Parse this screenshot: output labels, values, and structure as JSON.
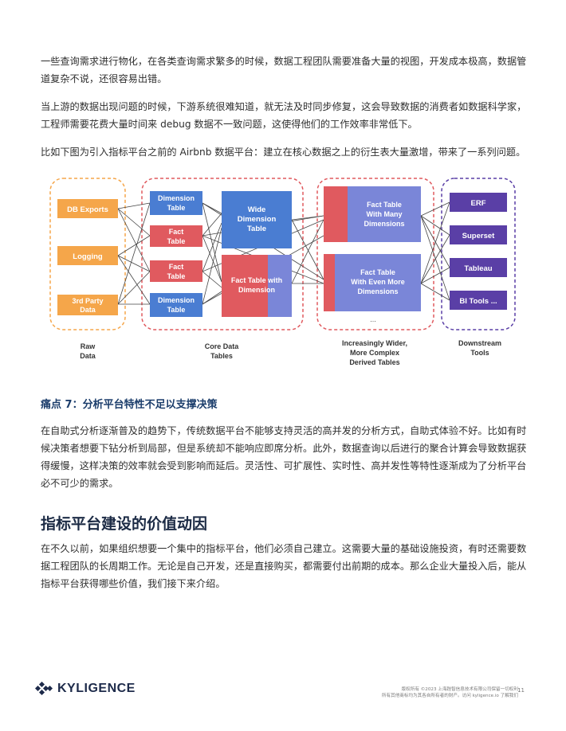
{
  "paragraphs": {
    "p1": "一些查询需求进行物化，在各类查询需求繁多的时候，数据工程团队需要准备大量的视图，开发成本极高，数据管道复杂不说，还很容易出错。",
    "p2": "当上游的数据出现问题的时候，下游系统很难知道，就无法及时同步修复，这会导致数据的消费者如数据科学家，工程师需要花费大量时间来 debug 数据不一致问题，这使得他们的工作效率非常低下。",
    "p3": "比如下图为引入指标平台之前的 Airbnb 数据平台：建立在核心数据之上的衍生表大量激增，带来了一系列问题。",
    "p4": "在自助式分析逐渐普及的趋势下，传统数据平台不能够支持灵活的高并发的分析方式，自助式体验不好。比如有时候决策者想要下钻分析到局部，但是系统却不能响应即席分析。此外，数据查询以后进行的聚合计算会导致数据获得缓慢，这样决策的效率就会受到影响而延后。灵活性、可扩展性、实时性、高并发性等特性逐渐成为了分析平台必不可少的需求。",
    "p5": "在不久以前，如果组织想要一个集中的指标平台，他们必须自己建立。这需要大量的基础设施投资，有时还需要数据工程团队的长周期工作。无论是自己开发，还是直接购买，都需要付出前期的成本。那么企业大量投入后，能从指标平台获得哪些价值，我们接下来介绍。"
  },
  "headings": {
    "pain_point": "痛点 7：分析平台特性不足以支撑决策",
    "section": "指标平台建设的价值动因"
  },
  "diagram": {
    "raw_sources": [
      "DB Exports",
      "Logging",
      "3rd Party Data"
    ],
    "core_tables": {
      "dimension_table_1": "Dimension Table",
      "fact_table_1": "Fact Table",
      "fact_table_2": "Fact Table",
      "dimension_table_2": "Dimension Table",
      "wide_dimension_table": "Wide Dimension Table",
      "fact_table_with_dimension": "Fact Table with Dimension"
    },
    "derived_tables": {
      "many_dimensions": "Fact Table With Many Dimensions",
      "even_more_dimensions": "Fact Table With Even More Dimensions",
      "ellipsis": "..."
    },
    "downstream_tools": [
      "ERF",
      "Superset",
      "Tableau",
      "BI Tools ..."
    ],
    "captions": {
      "raw": "Raw Data",
      "core": "Core Data Tables",
      "derived": "Increasingly Wider, More Complex Derived Tables",
      "downstream": "Downstream Tools"
    },
    "colors": {
      "orange": "#f5a64a",
      "red": "#e05a5f",
      "blue": "#4a7dd2",
      "periwinkle": "#7a86d8",
      "purple": "#5a3fa6"
    }
  },
  "footer": {
    "logo": "KYLIGENCE",
    "copyright_line1": "版权所有 ©2023 上海跬智信息技术有限公司保留一切权利",
    "copyright_line2": "所有其他商标均为其各自所有者的财产。访问 kyligence.io 了解我们",
    "page_number": "11"
  }
}
